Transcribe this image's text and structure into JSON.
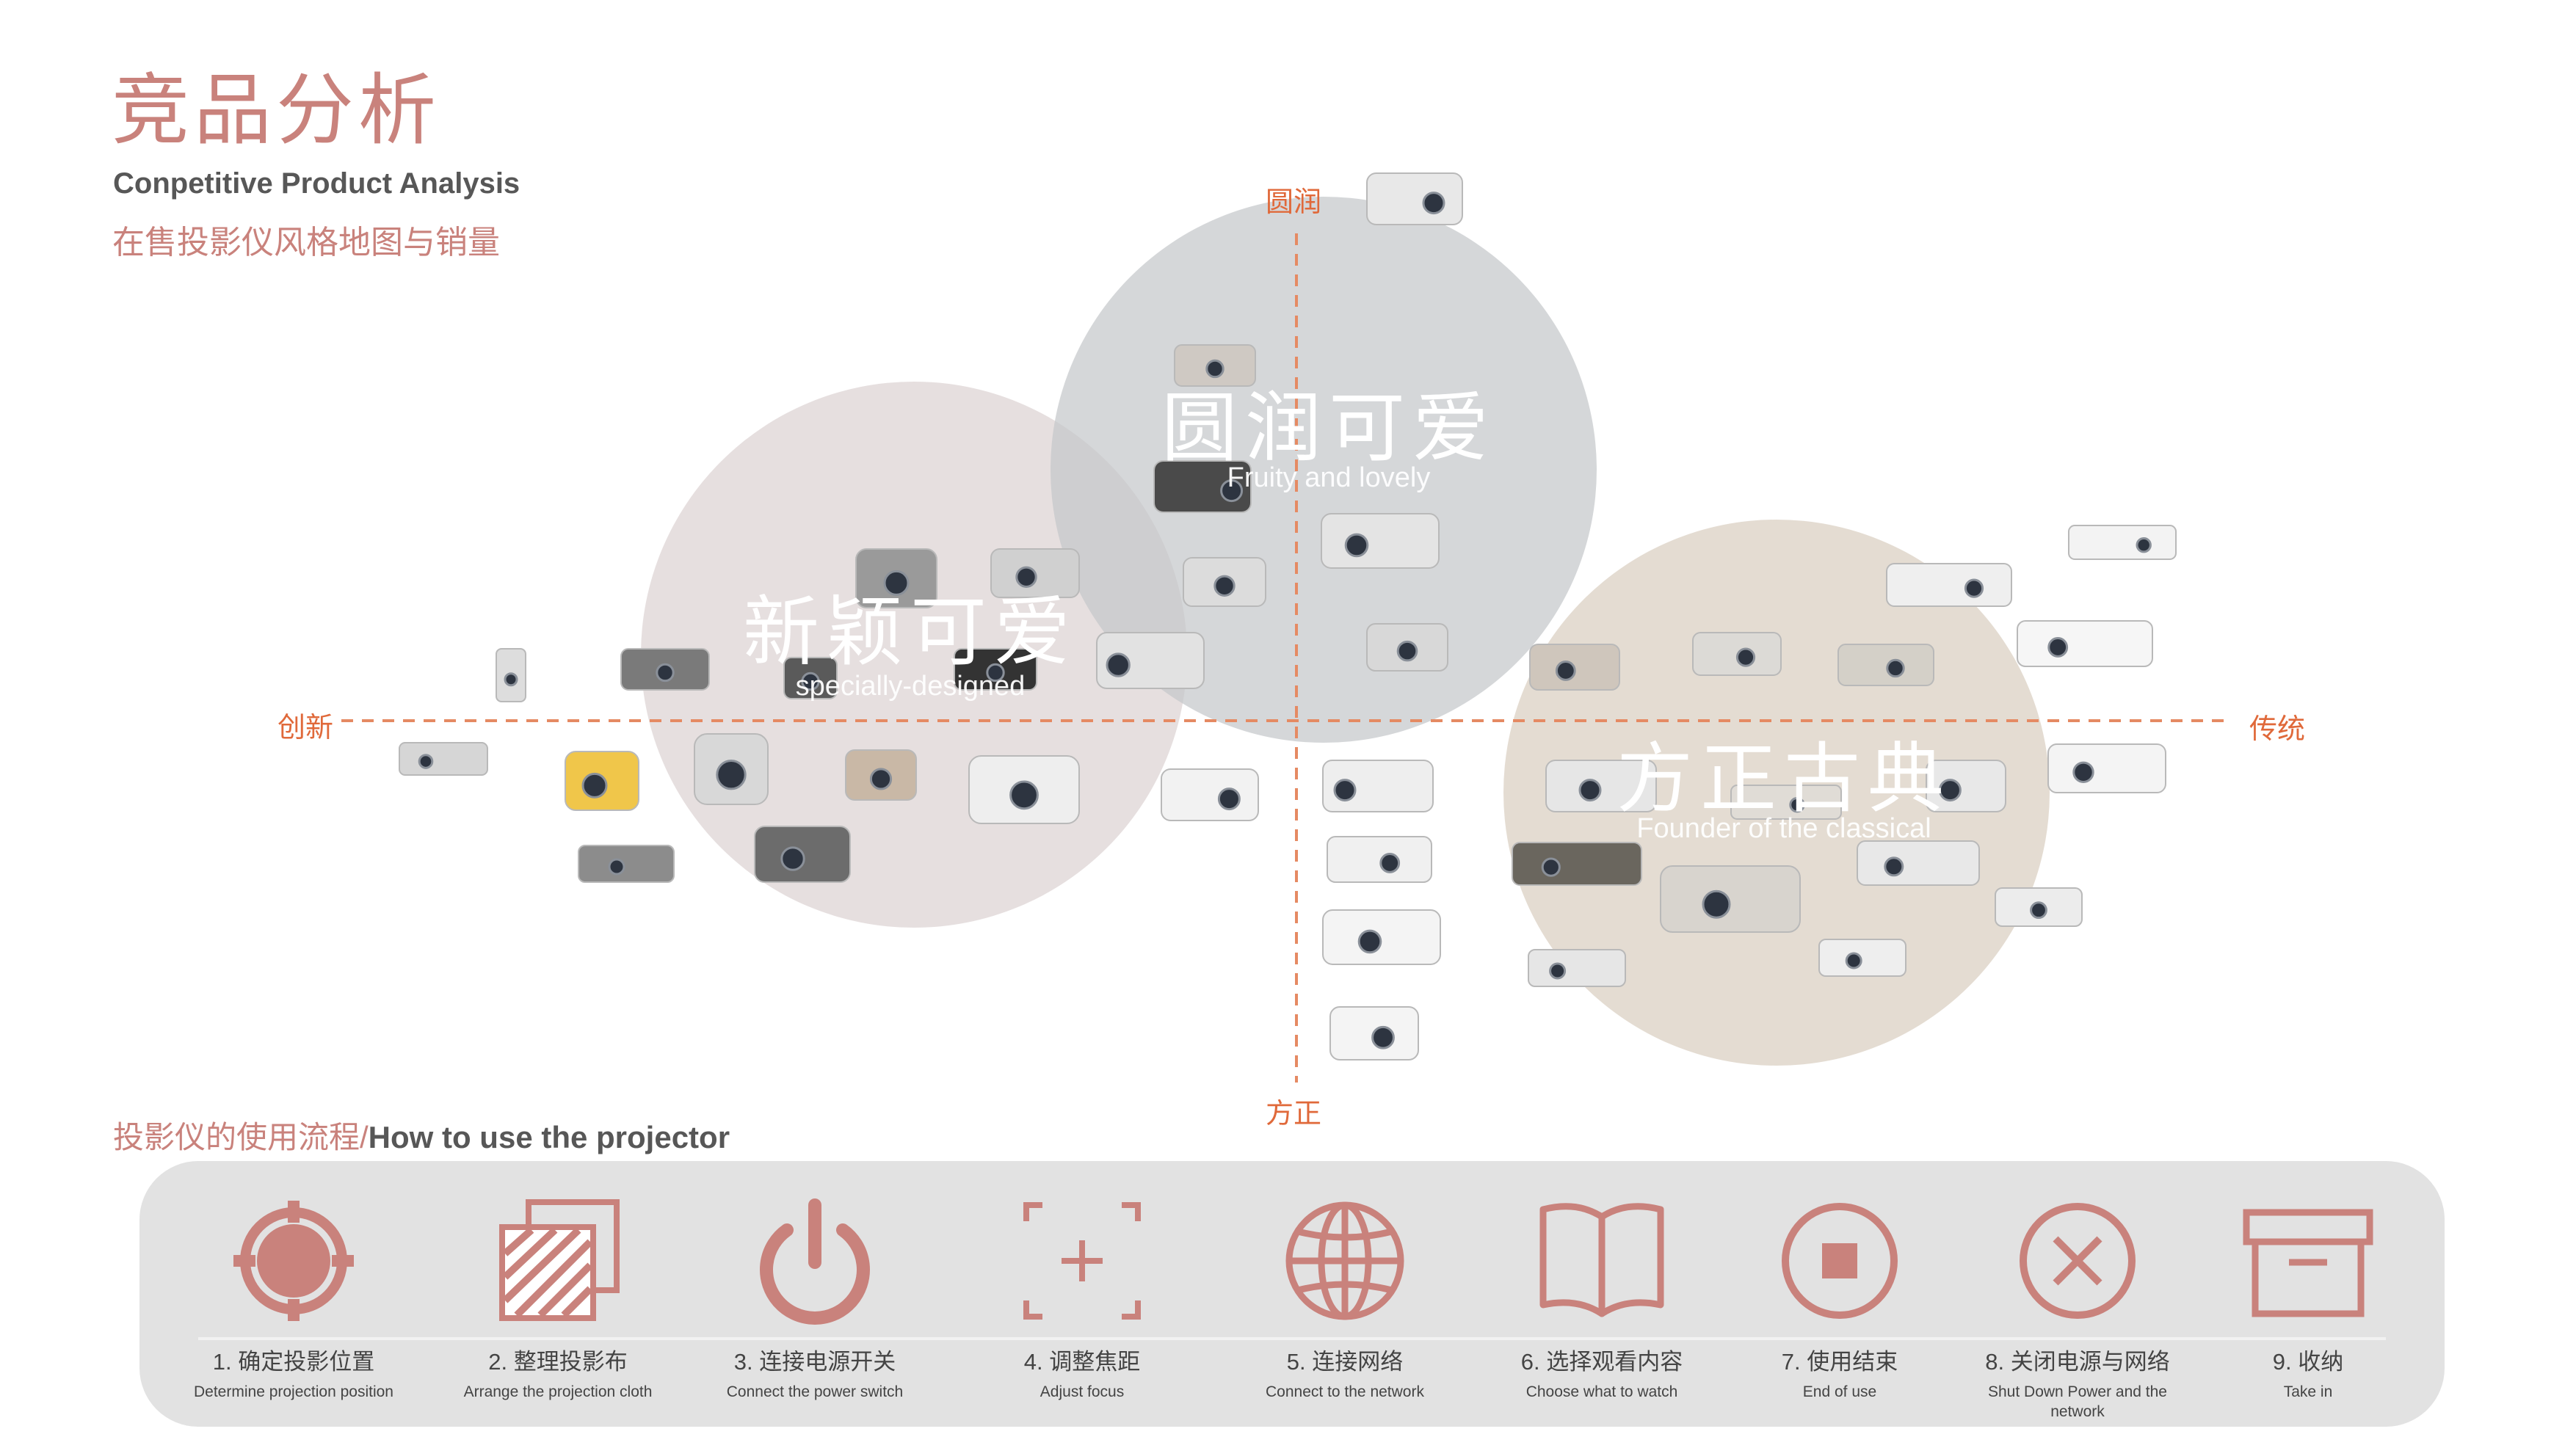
{
  "header": {
    "title_cn": "竞品分析",
    "title_en": "Conpetitive Product Analysis",
    "subtitle": "在售投影仪风格地图与销量"
  },
  "axes": {
    "top": "圆润",
    "bottom": "方正",
    "left": "创新",
    "right": "传统"
  },
  "clusters": [
    {
      "title": "圆润可爱",
      "subtitle": "Fruity and lovely"
    },
    {
      "title": "新颖可爱",
      "subtitle": "specially-designed"
    },
    {
      "title": "方正古典",
      "subtitle": "Founder of the classical"
    }
  ],
  "colors": {
    "accent": "#c9827c",
    "axis": "#e0693a",
    "circle_top": "#d4d6d7",
    "circle_left": "#e2d9d9",
    "circle_right": "#e6ddd2",
    "panel": "#e2e2e2"
  },
  "flow": {
    "title_cn": "投影仪的使用流程/",
    "title_en": "How to use the projector",
    "steps": [
      {
        "icon": "target-icon",
        "cn": "1. 确定投影位置",
        "en": "Determine projection position"
      },
      {
        "icon": "projection-cloth-icon",
        "cn": "2. 整理投影布",
        "en": "Arrange the projection cloth"
      },
      {
        "icon": "power-icon",
        "cn": "3. 连接电源开关",
        "en": "Connect the power switch"
      },
      {
        "icon": "focus-icon",
        "cn": "4. 调整焦距",
        "en": "Adjust focus"
      },
      {
        "icon": "globe-icon",
        "cn": "5. 连接网络",
        "en": "Connect to the network"
      },
      {
        "icon": "book-icon",
        "cn": "6. 选择观看内容",
        "en": "Choose what to watch"
      },
      {
        "icon": "stop-icon",
        "cn": "7. 使用结束",
        "en": "End of use"
      },
      {
        "icon": "close-circle-icon",
        "cn": "8. 关闭电源与网络",
        "en": "Shut Down Power and the network"
      },
      {
        "icon": "storage-box-icon",
        "cn": "9. 收纳",
        "en": "Take in"
      }
    ]
  }
}
